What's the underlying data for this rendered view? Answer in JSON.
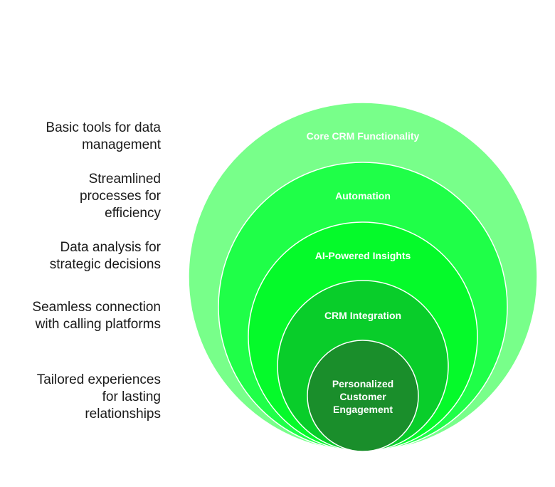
{
  "layers": [
    {
      "label": "Core CRM Functionality",
      "color": "#78ff8a",
      "description": "Basic tools for data\nmanagement"
    },
    {
      "label": "Automation",
      "color": "#1fff48",
      "description": "Streamlined\nprocesses for\nefficiency"
    },
    {
      "label": "AI-Powered Insights",
      "color": "#05fa2a",
      "description": "Data analysis for\nstrategic decisions"
    },
    {
      "label": "CRM Integration",
      "color": "#09cd2a",
      "description": "Seamless connection\nwith calling platforms"
    },
    {
      "label": "Personalized\nCustomer\nEngagement",
      "color": "#1a8e2b",
      "description": "Tailored experiences\nfor lasting\nrelationships"
    }
  ]
}
